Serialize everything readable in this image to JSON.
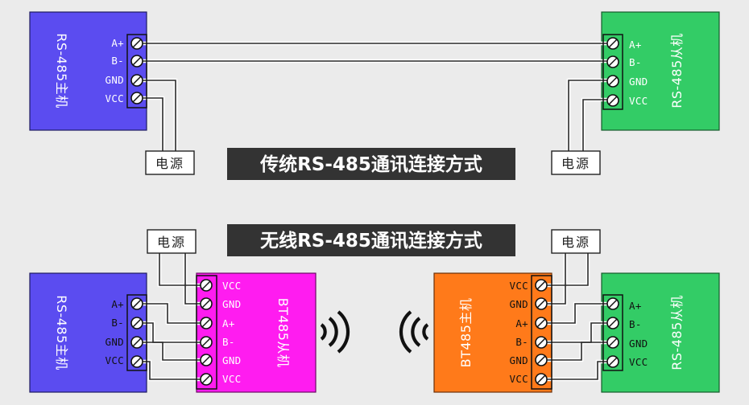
{
  "titles": {
    "traditional": "传统RS-485通讯连接方式",
    "wireless": "无线RS-485通讯连接方式"
  },
  "power_label": "电源",
  "devices": {
    "master": "RS-485主机",
    "slave": "RS-485从机",
    "bt_slave": "BT485从机",
    "bt_master": "BT485主机"
  },
  "pins": {
    "a_plus": "A+",
    "b_minus": "B-",
    "gnd": "GND",
    "vcc": "VCC"
  },
  "colors": {
    "master": "#5b4cf0",
    "slave": "#33cc66",
    "bt_slave": "#ff1cf0",
    "bt_master": "#ff7a1a",
    "title_bg": "#333333",
    "background": "#ebebeb"
  },
  "icons": {
    "signal": "wireless-signal-icon"
  }
}
